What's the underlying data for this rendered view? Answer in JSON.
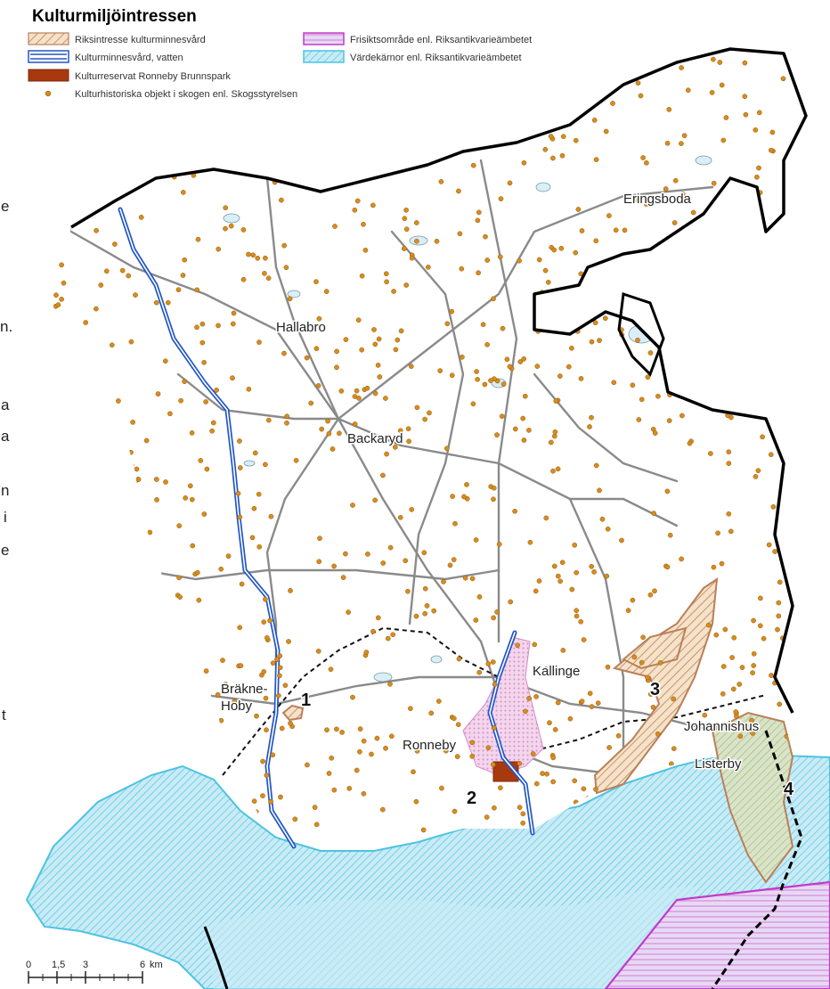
{
  "title": "Kulturmiljöintressen",
  "legend": [
    {
      "key": "riksintresse",
      "label": "Riksintresse kulturminnesvård",
      "symbol": "brown-hatch"
    },
    {
      "key": "kulturvatten",
      "label": "Kulturminnesvård, vatten",
      "symbol": "blue-double-line"
    },
    {
      "key": "kulturreservat",
      "label": "Kulturreservat Ronneby Brunnspark",
      "symbol": "dark-red-fill"
    },
    {
      "key": "kulturobjekt",
      "label": "Kulturhistoriska objekt i skogen enl. Skogsstyrelsen",
      "symbol": "orange-dot"
    },
    {
      "key": "friskt",
      "label": "Frisiktsområde enl. Riksantikvarieämbetet",
      "symbol": "magenta-hatch"
    },
    {
      "key": "vardekarnor",
      "label": "Värdekärnor enl. Riksantikvarieämbetet",
      "symbol": "cyan-hatch"
    }
  ],
  "places": {
    "eringsboda": "Eringsboda",
    "hallabro": "Hallabro",
    "backaryd": "Backaryd",
    "kallinge": "Kallinge",
    "brakne_hoby_1": "Bräkne-",
    "brakne_hoby_2": "Hoby",
    "ronneby": "Ronneby",
    "johannishus": "Johannishus",
    "listerby": "Listerby"
  },
  "area_numbers": [
    "1",
    "2",
    "3",
    "4"
  ],
  "edge_text": [
    "e",
    "n.",
    "a",
    "a",
    "n",
    "i",
    "e",
    "t"
  ],
  "scale_bar": {
    "ticks": [
      "0",
      "1,5",
      "3",
      "6"
    ],
    "unit": "km"
  },
  "colors": {
    "municipality_border": "#000000",
    "road": "#8a8a8a",
    "water_line": "#2256c6",
    "objects": "#d98c1c",
    "riksintresse": "#b9805a",
    "reservat": "#a8390f",
    "vardekarnor": "#4dc3e0",
    "friskt": "#c23ac9"
  }
}
